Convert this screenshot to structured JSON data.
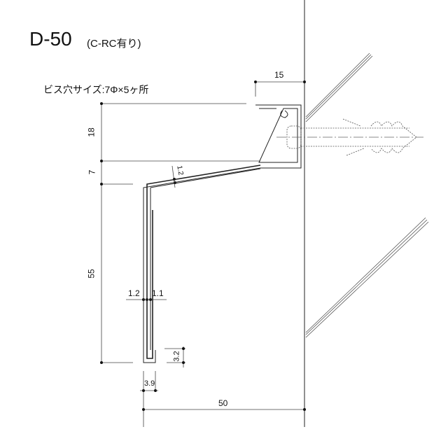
{
  "title": "D-50",
  "subtitle": "(C-RC有り)",
  "screw_note": "ビス穴サイズ:7Φ×5ヶ所",
  "dimensions": {
    "top_width": "15",
    "height_top": "18",
    "height_gap": "7",
    "height_main": "55",
    "thickness_slope": "1.2",
    "thickness_left": "1.2",
    "thickness_right": "1.1",
    "hook_height": "3.2",
    "hook_width": "3.9",
    "total_width": "50"
  },
  "colors": {
    "line": "#222222",
    "light": "#888888"
  }
}
